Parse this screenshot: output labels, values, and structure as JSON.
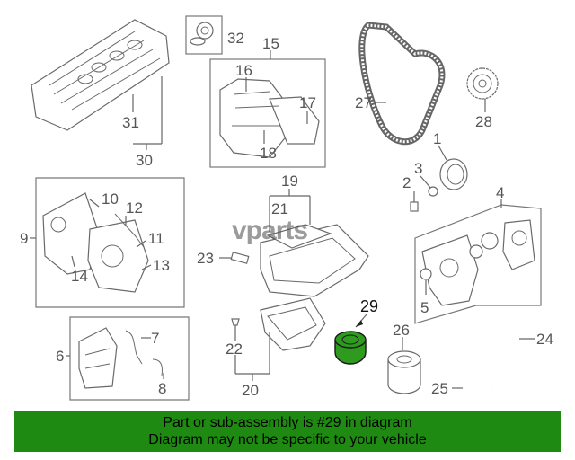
{
  "diagram": {
    "callouts": {
      "c1": "1",
      "c2": "2",
      "c3": "3",
      "c4": "4",
      "c5": "5",
      "c6": "6",
      "c7": "7",
      "c8": "8",
      "c9": "9",
      "c10": "10",
      "c11": "11",
      "c12": "12",
      "c13": "13",
      "c14": "14",
      "c15": "15",
      "c16": "16",
      "c17": "17",
      "c18": "18",
      "c19": "19",
      "c20": "20",
      "c21": "21",
      "c22": "22",
      "c23": "23",
      "c24": "24",
      "c25": "25",
      "c26": "26",
      "c27": "27",
      "c28": "28",
      "c29": "29",
      "c30": "30",
      "c31": "31",
      "c32": "32"
    },
    "highlight_part": "29",
    "highlight_color": "#2e9a1e"
  },
  "watermark": "vparts",
  "banner": {
    "line1": "Part or sub-assembly is #29 in diagram",
    "line2": "Diagram may not be specific to your vehicle",
    "color": "#1f8a12"
  }
}
